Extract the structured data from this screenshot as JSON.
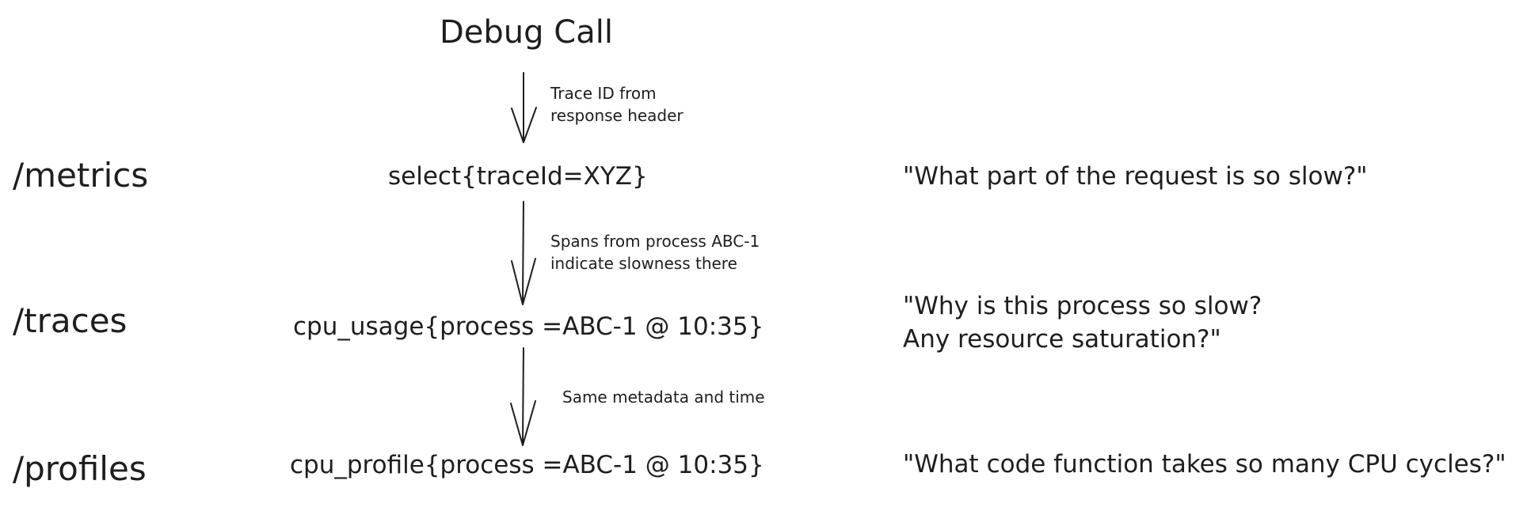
{
  "title": "Debug Call",
  "rows": [
    {
      "endpoint": "/metrics",
      "query": "select{traceId=XYZ}",
      "question_lines": [
        "\"What part of the request is so slow?\""
      ]
    },
    {
      "endpoint": "/traces",
      "query": "cpu_usage{process =ABC-1 @ 10:35}",
      "question_lines": [
        "\"Why is this process so slow?",
        "Any resource saturation?\""
      ]
    },
    {
      "endpoint": "/profiles",
      "query": "cpu_profile{process =ABC-1 @ 10:35}",
      "question_lines": [
        "\"What code function takes so many CPU cycles?\""
      ]
    }
  ],
  "edges": [
    {
      "lines": [
        "Trace ID from",
        "response header"
      ]
    },
    {
      "lines": [
        "Spans from process ABC-1",
        "indicate slowness there"
      ]
    },
    {
      "lines": [
        "Same metadata and time"
      ]
    }
  ]
}
